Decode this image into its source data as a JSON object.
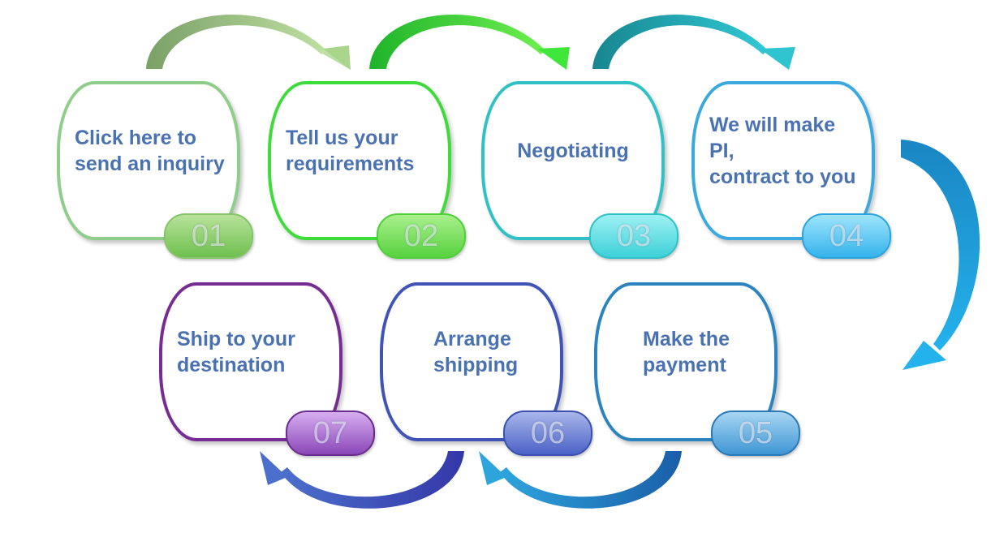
{
  "steps": [
    {
      "number": "01",
      "text": [
        "Click here to",
        "send an inquiry"
      ],
      "color": "#8fce8a"
    },
    {
      "number": "02",
      "text": [
        "Tell us your",
        "requirements"
      ],
      "color": "#3edc3a"
    },
    {
      "number": "03",
      "text": [
        "Negotiating"
      ],
      "color": "#30c1c6"
    },
    {
      "number": "04",
      "text": [
        "We will make PI,",
        "contract to you"
      ],
      "color": "#3aa9df"
    },
    {
      "number": "05",
      "text": [
        "Make the",
        "payment"
      ],
      "color": "#2b83c0"
    },
    {
      "number": "06",
      "text": [
        "Arrange",
        "shipping"
      ],
      "color": "#4054b8"
    },
    {
      "number": "07",
      "text": [
        "Ship to your",
        "destination"
      ],
      "color": "#762c92"
    }
  ],
  "text_color": "#4a72b2"
}
